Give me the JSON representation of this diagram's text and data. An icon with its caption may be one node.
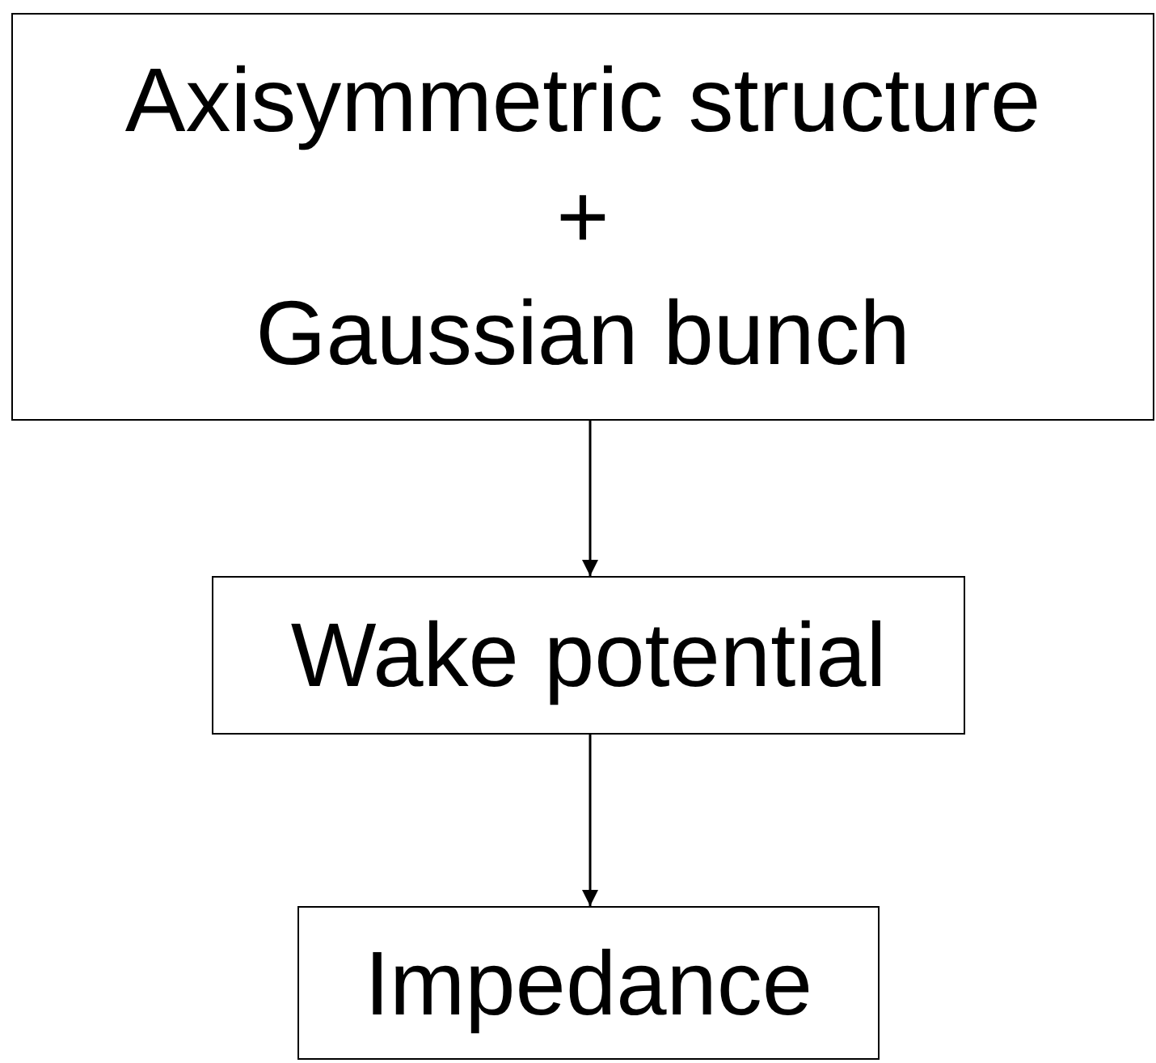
{
  "diagram": {
    "nodes": [
      {
        "text": [
          "Axisymmetric structure",
          "+",
          "Gaussian bunch"
        ]
      },
      {
        "text": [
          "Wake potential"
        ]
      },
      {
        "text": [
          "Impedance"
        ]
      }
    ],
    "edges": [
      {
        "from": 0,
        "to": 1,
        "arrow": "to"
      },
      {
        "from": 1,
        "to": 2,
        "arrow": "to"
      }
    ]
  }
}
